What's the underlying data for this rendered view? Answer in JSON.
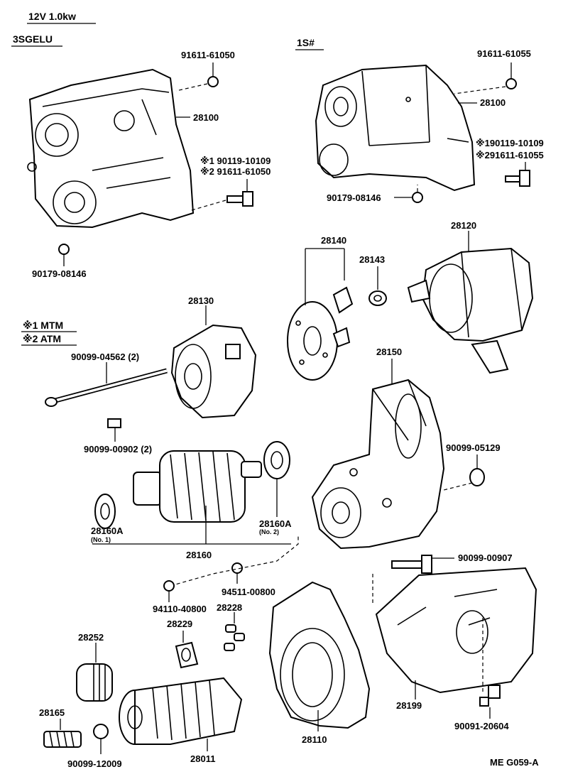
{
  "header": {
    "spec": "12V 1.0kw",
    "left_variant": "3SGELU",
    "right_variant": "1S#"
  },
  "legend": {
    "mtm": "※1 MTM",
    "atm": "※2 ATM"
  },
  "labels": {
    "l_nut_top": "91611-61050",
    "l_28100": "28100",
    "l_bolt1": "※1 90119-10109",
    "l_bolt2": "※2 91611-61050",
    "l_nut_bottom": "90179-08146",
    "r_nut_top": "91611-61055",
    "r_28100": "28100",
    "r_bolt1": "※190119-10109",
    "r_bolt2": "※291611-61055",
    "r_nut_bottom": "90179-08146",
    "p_28140": "28140",
    "p_28143": "28143",
    "p_28120": "28120",
    "p_28130": "28130",
    "p_through_bolt": "90099-04562 (2)",
    "p_screw": "90099-00902 (2)",
    "p_28150": "28150",
    "p_plug": "90099-05129",
    "p_28160A_1": "28160A",
    "p_28160A_1_sub": "(No. 1)",
    "p_28160A_2": "28160A",
    "p_28160A_2_sub": "(No. 2)",
    "p_28160": "28160",
    "p_bolt_907": "90099-00907",
    "p_washer_800": "94511-00800",
    "p_nut_900": "94110-40800",
    "p_28228": "28228",
    "p_28229": "28229",
    "p_28252": "28252",
    "p_28199": "28199",
    "p_bolt_604": "90091-20604",
    "p_28165": "28165",
    "p_ball": "90099-12009",
    "p_28011": "28011",
    "p_28110": "28110",
    "code": "ME G059-A"
  }
}
